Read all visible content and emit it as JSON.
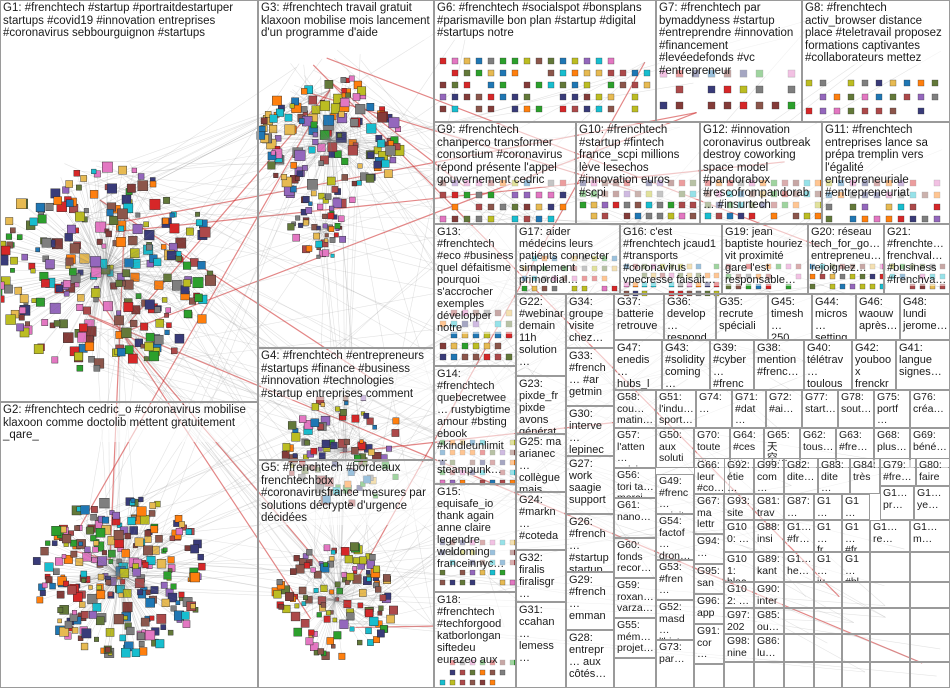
{
  "graph": {
    "groups": [
      {
        "id": "G1",
        "text": "G1: #frenchtech #startup #portraitdestartuper startups #covid19 #innovation entreprises #coronavirus sebbourguignon #startups"
      },
      {
        "id": "G2",
        "text": "G2: #frenchtech cedric_o #coronavirus mobilise klaxoon comme doctolib mettent gratuitement _qare_"
      },
      {
        "id": "G3",
        "text": "G3: #frenchtech travail gratuit klaxoon mobilise mois lancement d'un programme d'aide"
      },
      {
        "id": "G4",
        "text": "G4: #frenchtech #entrepreneurs #startups #finance #business #innovation #technologies #startup entreprises comment"
      },
      {
        "id": "G5",
        "text": "G5: #frenchtech #bordeaux frenchtechbdx #coronavirusfrance mesures par solutions décrypte d'urgence décidées"
      },
      {
        "id": "G6",
        "text": "G6: #frenchtech #socialspot #bonsplans #parismaville bon plan #startup #digital #startups notre"
      },
      {
        "id": "G7",
        "text": "G7: #frenchtech par bymaddyness #startup #entreprendre #innovation #financement #levéedefonds #vc #entrepreneur"
      },
      {
        "id": "G8",
        "text": "G8: #frenchtech activ_browser distance place #teletravail proposez formations captivantes #collaborateurs mettez"
      },
      {
        "id": "G9",
        "text": "G9: #frenchtech chanperco transformer consortium #coronavirus répond présente l'appel gouvernement cedric"
      },
      {
        "id": "G10",
        "text": "G10: #frenchtech #startup #fintech france_scpi millions lève lesechos #innovation euros #scpi"
      },
      {
        "id": "G11",
        "text": "G11: #frenchtech entreprises lance sa prépa tremplin vers l'égalité entrepreneuriale #entrepreneuriat"
      },
      {
        "id": "G12",
        "text": "G12: #innovation coronavirus outbreak destroy coworking space model #pandorabox #rescofrompandorab… #insurtech"
      },
      {
        "id": "G13",
        "text": "G13: #frenchtech #eco #business quel défaitisme pourquoi s'accrocher exemples développer notre"
      },
      {
        "id": "G14",
        "text": "G14: #frenchtech quebecretwee… rustybigtime amour #bsting ebook #kindleunlimit… steampunk…"
      },
      {
        "id": "G15",
        "text": "G15: equisafe_io thank again anne claire legendre weldoming franceinnyc…"
      },
      {
        "id": "G16",
        "text": "G16: c'est #frenchtech jcaud1 #transports #coronavirus vpecresse faisait…"
      },
      {
        "id": "G17",
        "text": "G17: aider médecins leurs patients connecter simplement primordial…"
      },
      {
        "id": "G18",
        "text": "G18: #frenchtech #techforgood katborlongan siftedeu eurazeo aux"
      },
      {
        "id": "G19",
        "text": "G19: jean baptiste houriez vit proximité gare l'est responsable…"
      },
      {
        "id": "G20",
        "text": "G20: réseau tech_for_go… entrepreneu… rejoignez…"
      },
      {
        "id": "G21",
        "text": "G21: #frenchte… frenchval… #business #frenchva…"
      },
      {
        "id": "G22",
        "text": "G22: #webinar demain 11h solution…"
      },
      {
        "id": "G23",
        "text": "G23: pixde_fr pixde avons générat…"
      },
      {
        "id": "G24",
        "text": "G24: #markn… #coteda… #frencht…"
      },
      {
        "id": "G25",
        "text": "G25: ma arianec… collègue mais…"
      },
      {
        "id": "G26",
        "text": "G26: #french… #startup startup…"
      },
      {
        "id": "G27",
        "text": "G27: work saagie support…"
      },
      {
        "id": "G28",
        "text": "G28: entrepr… aux côtés…"
      },
      {
        "id": "G29",
        "text": "G29: #french… emman…"
      },
      {
        "id": "G30",
        "text": "G30: interve… lepinec… entrepri…"
      },
      {
        "id": "G31",
        "text": "G31: ccahan… lemess…"
      },
      {
        "id": "G32",
        "text": "G32: firalis firalisgr…"
      },
      {
        "id": "G33",
        "text": "G33: #french… #ar getmin…"
      },
      {
        "id": "G34",
        "text": "G34: groupe visite chez…"
      },
      {
        "id": "G35",
        "text": "G35: recrute spéciali…"
      },
      {
        "id": "G36",
        "text": "G36: develop… respond…"
      },
      {
        "id": "G37",
        "text": "G37: batterie retrouve…"
      },
      {
        "id": "G38",
        "text": "G38: mention #frenc…"
      },
      {
        "id": "G39",
        "text": "G39: #cyber… #frenc…"
      },
      {
        "id": "G40",
        "text": "G40: télétrav… toulous…"
      },
      {
        "id": "G41",
        "text": "G41: langue signes…"
      },
      {
        "id": "G42",
        "text": "G42: youboox frenckr…"
      },
      {
        "id": "G43",
        "text": "G43: #solidity coming…"
      },
      {
        "id": "G44",
        "text": "G44: micros… setting…"
      },
      {
        "id": "G45",
        "text": "G45: timesh… 250…"
      },
      {
        "id": "G46",
        "text": "G46: waouw après…"
      },
      {
        "id": "G47",
        "text": "G47: enedis… hubs_l…"
      },
      {
        "id": "G48",
        "text": "G48: lundi jerome…"
      },
      {
        "id": "G49",
        "text": "G49: #frenc… eqinit…"
      },
      {
        "id": "G50",
        "text": "G50: aux soluti…"
      },
      {
        "id": "G51",
        "text": "G51: l'indu… sport…"
      },
      {
        "id": "G52",
        "text": "G52: masd… l'hist…"
      },
      {
        "id": "G53",
        "text": "G53: #fren… par…"
      },
      {
        "id": "G54",
        "text": "G54: factof… dron…"
      },
      {
        "id": "G55",
        "text": "G55: mém… projet…"
      },
      {
        "id": "G56",
        "text": "G56: tori ta… merci…"
      },
      {
        "id": "G57",
        "text": "G57: l'atten… voici…"
      },
      {
        "id": "G58",
        "text": "G58: cou… matin…"
      },
      {
        "id": "G59",
        "text": "G59: roxan… varza…"
      },
      {
        "id": "G60",
        "text": "G60: fonds recor…"
      },
      {
        "id": "G61",
        "text": "G61: nano…"
      },
      {
        "id": "G62",
        "text": "G62: tous…"
      },
      {
        "id": "G63",
        "text": "G63: #fre…"
      },
      {
        "id": "G64",
        "text": "G64: #ces…"
      },
      {
        "id": "G65",
        "text": "G65: 天空…"
      },
      {
        "id": "G66",
        "text": "G66: leur #co…"
      },
      {
        "id": "G67",
        "text": "G67: ma lettr…"
      },
      {
        "id": "G68",
        "text": "G68: plus…"
      },
      {
        "id": "G69",
        "text": "G69: béné…"
      },
      {
        "id": "G70",
        "text": "G70: toute…"
      },
      {
        "id": "G71",
        "text": "G71: #dat…"
      },
      {
        "id": "G72",
        "text": "G72: #ai…"
      },
      {
        "id": "G73",
        "text": "G73: par…"
      },
      {
        "id": "G74",
        "text": "G74: …"
      },
      {
        "id": "G75",
        "text": "G75: portf…"
      },
      {
        "id": "G76",
        "text": "G76: créa…"
      },
      {
        "id": "G77",
        "text": "G77: start…"
      },
      {
        "id": "G78",
        "text": "G78: sout…"
      },
      {
        "id": "G79",
        "text": "G79: #fre…"
      },
      {
        "id": "G80",
        "text": "G80: faire…"
      },
      {
        "id": "G81",
        "text": "G81: trav…"
      },
      {
        "id": "G82",
        "text": "G82: dite…"
      },
      {
        "id": "G83",
        "text": "G83: dite…"
      },
      {
        "id": "G84",
        "text": "G84: très"
      },
      {
        "id": "G85",
        "text": "G85: ou…"
      },
      {
        "id": "G86",
        "text": "G86: lu…"
      },
      {
        "id": "G87",
        "text": "G87: …"
      },
      {
        "id": "G88",
        "text": "G88: insi…"
      },
      {
        "id": "G89",
        "text": "G89: kant…"
      },
      {
        "id": "G90",
        "text": "G90: inter…"
      },
      {
        "id": "G91",
        "text": "G91: cor…"
      },
      {
        "id": "G92",
        "text": "G92: étie…"
      },
      {
        "id": "G93",
        "text": "G93: site…"
      },
      {
        "id": "G94",
        "text": "G94: …"
      },
      {
        "id": "G95",
        "text": "G95: san…"
      },
      {
        "id": "G96",
        "text": "G96: app…"
      },
      {
        "id": "G97",
        "text": "G97: 202…"
      },
      {
        "id": "G98",
        "text": "G98: nine…"
      },
      {
        "id": "G99",
        "text": "G99: com…"
      },
      {
        "id": "G100",
        "text": "G100: …"
      },
      {
        "id": "G101",
        "text": "G101: blac…"
      },
      {
        "id": "G102",
        "text": "G102: …"
      }
    ],
    "small_cells": [
      {
        "id": "G1_a",
        "text": "G1… #c…"
      },
      {
        "id": "G1_b",
        "text": "G1… 21…"
      },
      {
        "id": "G1_c",
        "text": "G1… pr…"
      },
      {
        "id": "G1_d",
        "text": "G1… ye…"
      },
      {
        "id": "G1_e",
        "text": "G1… #fr…"
      },
      {
        "id": "G1_f",
        "text": "G1… fr…"
      },
      {
        "id": "G1_g",
        "text": "G1… #fr…"
      },
      {
        "id": "G1_h",
        "text": "G1… re…"
      },
      {
        "id": "G1_i",
        "text": "G1… m…"
      },
      {
        "id": "G1_j",
        "text": "G1… he…"
      },
      {
        "id": "G1_k",
        "text": "G1… ju…"
      },
      {
        "id": "G1_l",
        "text": "G1… #bl…"
      }
    ]
  }
}
